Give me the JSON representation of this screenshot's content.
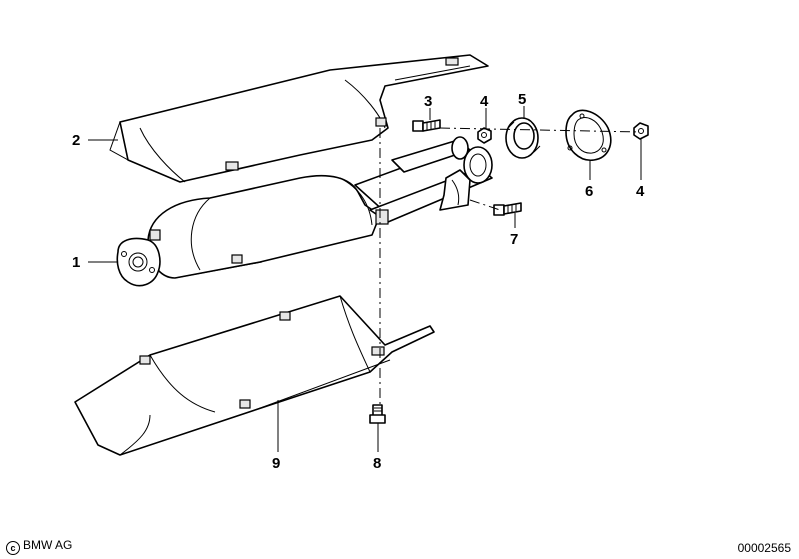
{
  "callouts": [
    {
      "id": "1",
      "label": "1"
    },
    {
      "id": "2",
      "label": "2"
    },
    {
      "id": "3",
      "label": "3"
    },
    {
      "id": "4a",
      "label": "4"
    },
    {
      "id": "5",
      "label": "5"
    },
    {
      "id": "6",
      "label": "6"
    },
    {
      "id": "4b",
      "label": "4"
    },
    {
      "id": "7",
      "label": "7"
    },
    {
      "id": "8",
      "label": "8"
    },
    {
      "id": "9",
      "label": "9"
    }
  ],
  "footer": {
    "copyright_symbol": "c",
    "copyright": "BMW AG",
    "document_number": "00002565"
  }
}
